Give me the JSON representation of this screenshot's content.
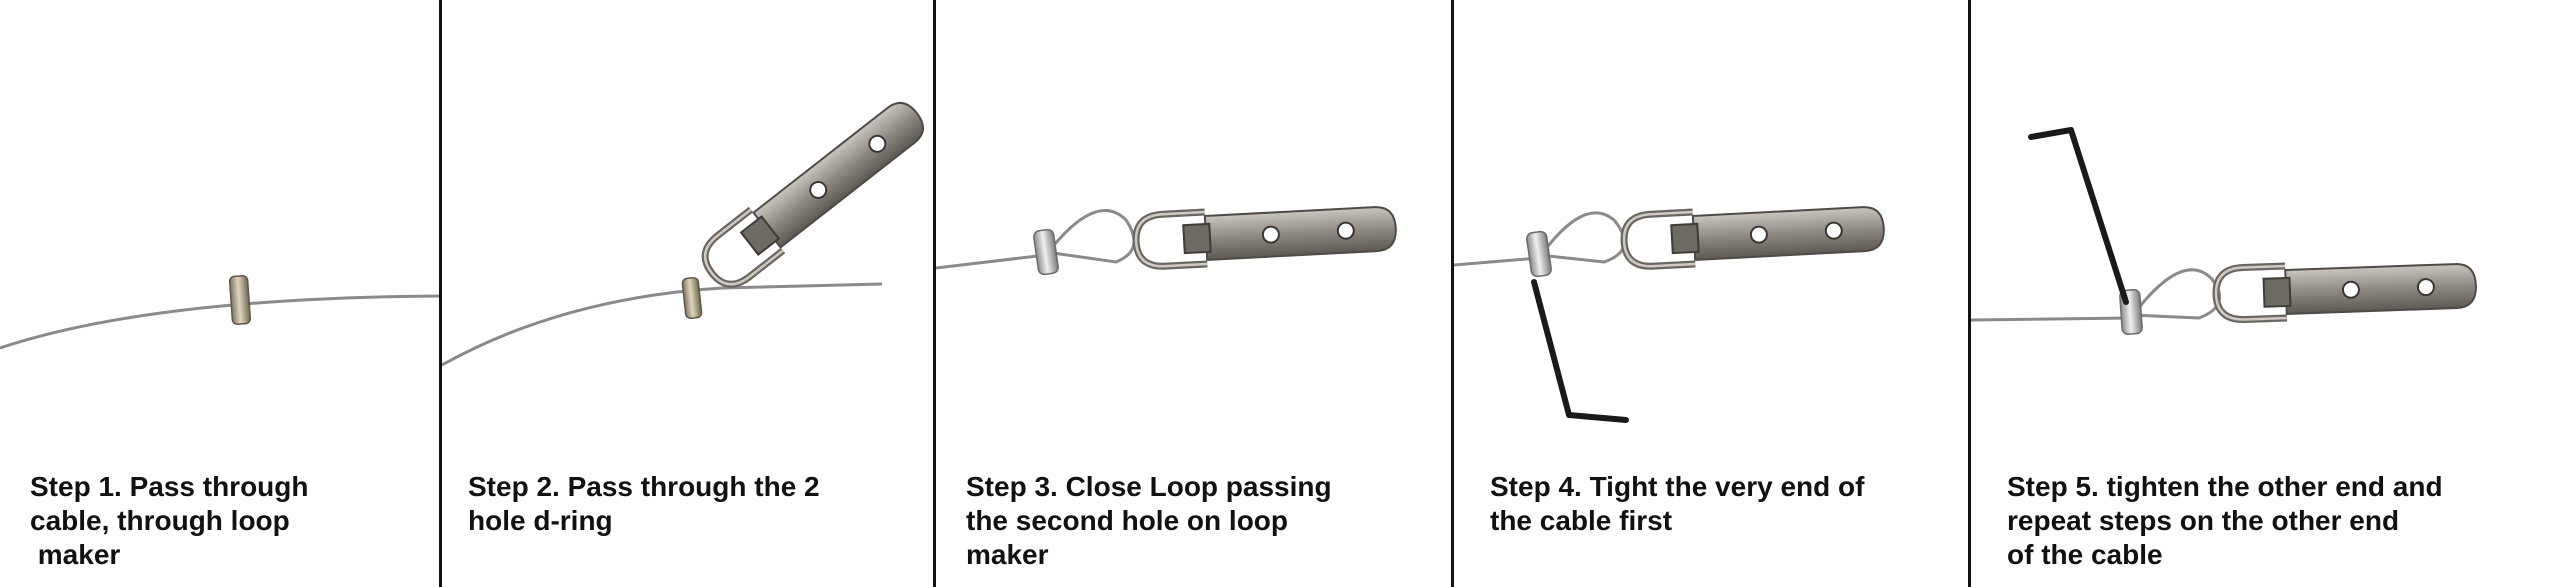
{
  "steps": [
    {
      "text": "Step 1. Pass through\ncable, through loop\n maker"
    },
    {
      "text": "Step 2. Pass through the 2\nhole d-ring"
    },
    {
      "text": "Step 3. Close Loop passing\nthe second hole on loop\nmaker"
    },
    {
      "text": "Step 4. Tight the very end of\nthe cable first"
    },
    {
      "text": "Step 5. tighten the other end and\nrepeat steps on the other end\nof the cable"
    }
  ],
  "colors": {
    "cable": "#8a8a8a",
    "metal": "#9a958e",
    "metal_dark": "#5e5a55",
    "sleeve": "#b8ad90",
    "wrench": "#1a1a1a",
    "divider": "#111111",
    "text": "#111111"
  },
  "icons": [
    "cable",
    "loop-maker-sleeve",
    "d-ring-hanger",
    "hex-key-wrench"
  ]
}
